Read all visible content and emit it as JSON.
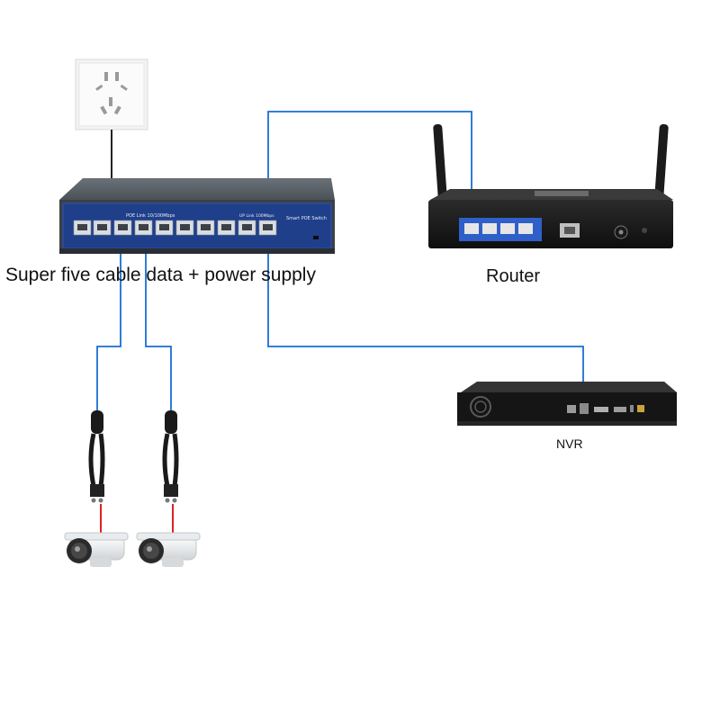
{
  "labels": {
    "switch_caption": "Super five cable data + power supply",
    "router_caption": "Router",
    "nvr_caption": "NVR"
  },
  "switch_panel": {
    "poe_label": "POE Link 10/100Mbps",
    "uplink_label": "UP Link 100Mbps",
    "brand_label": "Smart POE Switch"
  },
  "colors": {
    "cable_blue": "#1a6fd1",
    "power_cable": "#222222",
    "red_wire": "#e02020",
    "switch_body": "#4b5157",
    "switch_panel": "#1f3f8a",
    "router_ports": "#2f5fc8"
  },
  "icons": {
    "outlet": "wall-outlet-icon",
    "switch": "poe-switch-icon",
    "router": "router-icon",
    "nvr": "nvr-recorder-icon",
    "camera": "bullet-camera-icon"
  }
}
